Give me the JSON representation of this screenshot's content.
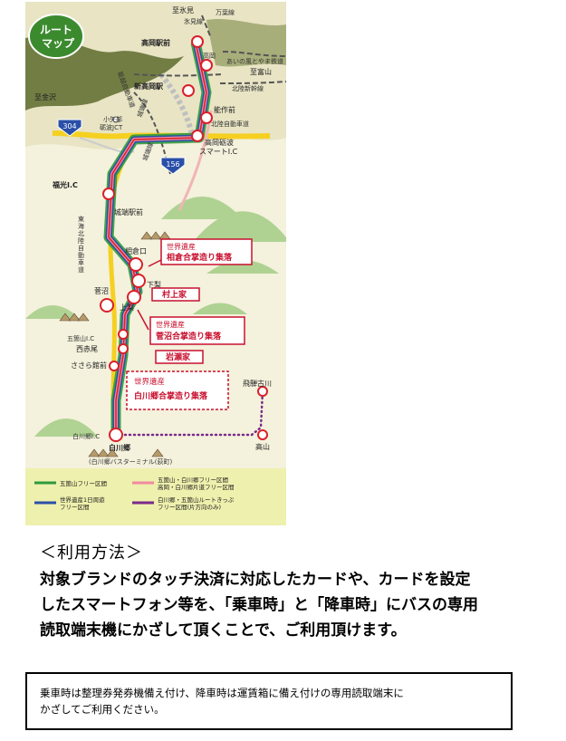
{
  "map": {
    "title_line1": "ルート",
    "title_line2": "マップ",
    "road_304": "304",
    "road_156": "156",
    "places": {
      "himi": "至氷見",
      "manyo": "万葉線",
      "himi_line": "氷見線",
      "takaoka_sta": "高岡駅前",
      "takaoka": "高岡",
      "ainokaze": "あいの風とやま鉄道",
      "toyama": "至富山",
      "shin_takaoka": "新高岡駅",
      "hokuriku_shinkansen": "北陸新幹線",
      "kanazawa": "至金沢",
      "nosaku": "能作前",
      "hokuriku_exp": "北陸自動車道",
      "oyabe_jct": "小矢部\n砺波JCT",
      "takaoka_ic": "高岡砺波\nスマートI.C",
      "johana_line": "城端線",
      "noetsu": "能越自動車道",
      "fukumitsu": "福光I.C",
      "johana_sta": "城端駅前",
      "tokai_hokuriku": "東海北陸自動車道",
      "ainokura_kuchi": "相倉口",
      "shimonashi": "下梨",
      "suganuma": "菅沼",
      "kaminashi": "上梨",
      "gokayama_ic": "五箇山I.C",
      "nishiakao": "西赤尾",
      "sakarakan": "ささら館前",
      "hida_furukawa": "飛騨古川",
      "takayama": "高山",
      "shirakawa_ic": "白川郷I.C",
      "shirakawago": "白川郷",
      "shirakawa_bt": "(白川郷バスターミナル(荻町)"
    },
    "callouts": {
      "ainokura": {
        "line1": "世界遺産",
        "line2": "相倉合掌造り集落"
      },
      "murakami": "村上家",
      "suganuma": {
        "line1": "世界遺産",
        "line2": "菅沼合掌造り集落"
      },
      "iwase": "岩瀬家",
      "shirakawa": {
        "line1": "世界遺産",
        "line2": "白川郷合掌造り集落"
      }
    },
    "legend": [
      {
        "label": "五箇山フリー区間",
        "color": "#2e9a3e"
      },
      {
        "label": "五箇山・白川郷フリー区間\n高岡・白川郷片道フリー区間",
        "color": "#f08aa0"
      },
      {
        "label": "世界遺産1日周遊\nフリー区間",
        "color": "#2a4fa8"
      },
      {
        "label": "白川郷・五箇山ルートきっぷ\nフリー区間(片方向のみ)",
        "color": "#7a2a8a"
      }
    ],
    "colors": {
      "green": "#2e9a3e",
      "pink": "#f08aa0",
      "blue": "#2a4fa8",
      "purple": "#7a2a8a",
      "red": "#d9202a",
      "callout_red": "#c8102e",
      "yellow": "#f5d020"
    }
  },
  "usage": {
    "heading": "＜利用方法＞",
    "lines": [
      "対象ブランドのタッチ決済に対応したカードや、カードを設定",
      "したスマートフォン等を、「乗車時」と「降車時」にバスの専用",
      "読取端末機にかざして頂くことで、ご利用頂けます。"
    ]
  },
  "note": {
    "line1": "乗車時は整理券発券機備え付け、降車時は運賃箱に備え付けの専用読取端末に",
    "line2": "かざしてご利用ください。"
  }
}
